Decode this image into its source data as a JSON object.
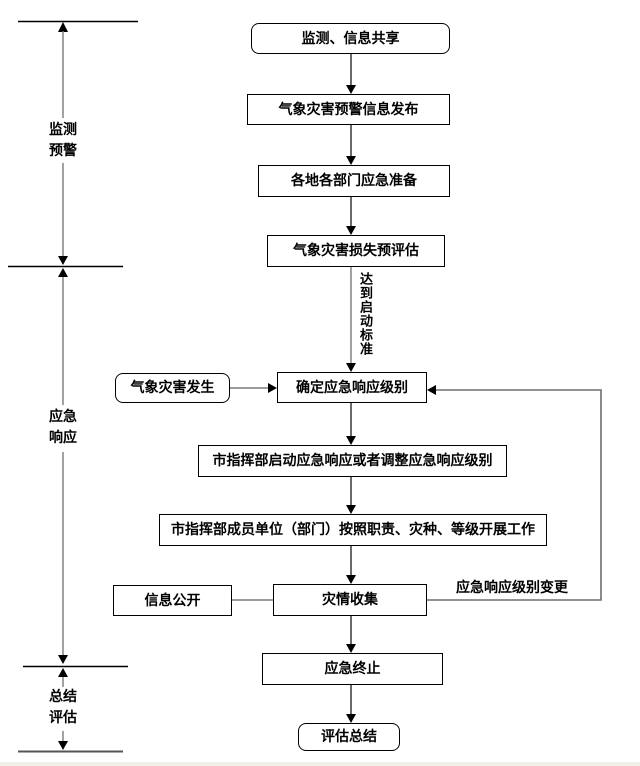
{
  "diagram": {
    "phases": [
      {
        "id": "monitoring-warning",
        "lines": [
          "监测",
          "预警"
        ]
      },
      {
        "id": "emergency-response",
        "lines": [
          "应急",
          "响应"
        ]
      },
      {
        "id": "summary-evaluation",
        "lines": [
          "总结",
          "评估"
        ]
      }
    ],
    "nodes": [
      {
        "id": "monitor-info-share",
        "label": "监测、信息共享",
        "shape": "rounded"
      },
      {
        "id": "warning-info-release",
        "label": "气象灾害预警信息发布",
        "shape": "rect"
      },
      {
        "id": "emergency-preparation",
        "label": "各地各部门应急准备",
        "shape": "rect"
      },
      {
        "id": "loss-pre-assessment",
        "label": "气象灾害损失预评估",
        "shape": "rect"
      },
      {
        "id": "determine-response-level",
        "label": "确定应急响应级别",
        "shape": "rect"
      },
      {
        "id": "start-or-adjust-response",
        "label": "市指挥部启动应急响应或者调整应急响应级别",
        "shape": "rect"
      },
      {
        "id": "members-carry-out-work",
        "label": "市指挥部成员单位（部门）按照职责、灾种、等级开展工作",
        "shape": "rect"
      },
      {
        "id": "disaster-info-collection",
        "label": "灾情收集",
        "shape": "rect"
      },
      {
        "id": "emergency-termination",
        "label": "应急终止",
        "shape": "rect"
      },
      {
        "id": "evaluation-summary",
        "label": "评估总结",
        "shape": "rounded"
      }
    ],
    "side_nodes": [
      {
        "id": "disaster-occurs",
        "label": "气象灾害发生",
        "shape": "rounded"
      },
      {
        "id": "information-disclosure",
        "label": "信息公开",
        "shape": "rect"
      }
    ],
    "edge_labels": {
      "reach_criteria": "达到启动标准",
      "level_change": "应急响应级别变更"
    },
    "colors": {
      "background": "#ffffff",
      "box_border": "#000000",
      "text": "#000000",
      "connector_gray": "#7a7a7a",
      "connector_dark": "#2b2b2b",
      "arrowhead": "#000000"
    }
  }
}
